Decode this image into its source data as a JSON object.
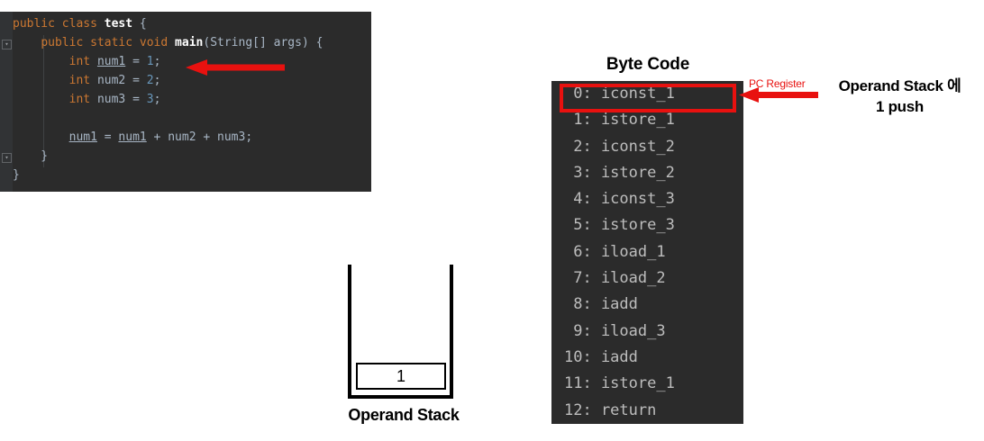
{
  "code_editor": {
    "name": "java-source-editor",
    "language": "java",
    "background": "#2b2b2b",
    "lines": [
      [
        {
          "t": "public ",
          "c": "kw"
        },
        {
          "t": "class ",
          "c": "kw"
        },
        {
          "t": "test",
          "c": "fn"
        },
        {
          "t": " {",
          "c": "pn"
        }
      ],
      [
        {
          "t": "    ",
          "c": "pn"
        },
        {
          "t": "public ",
          "c": "kw"
        },
        {
          "t": "static ",
          "c": "kw"
        },
        {
          "t": "void ",
          "c": "kw"
        },
        {
          "t": "main",
          "c": "fn"
        },
        {
          "t": "(",
          "c": "pn"
        },
        {
          "t": "String[] args",
          "c": "id"
        },
        {
          "t": ") {",
          "c": "pn"
        }
      ],
      [
        {
          "t": "        ",
          "c": "pn"
        },
        {
          "t": "int ",
          "c": "kw"
        },
        {
          "t": "num1",
          "c": "id u"
        },
        {
          "t": " = ",
          "c": "pn"
        },
        {
          "t": "1",
          "c": "num"
        },
        {
          "t": ";",
          "c": "pn"
        }
      ],
      [
        {
          "t": "        ",
          "c": "pn"
        },
        {
          "t": "int ",
          "c": "kw"
        },
        {
          "t": "num2",
          "c": "id"
        },
        {
          "t": " = ",
          "c": "pn"
        },
        {
          "t": "2",
          "c": "num"
        },
        {
          "t": ";",
          "c": "pn"
        }
      ],
      [
        {
          "t": "        ",
          "c": "pn"
        },
        {
          "t": "int ",
          "c": "kw"
        },
        {
          "t": "num3",
          "c": "id"
        },
        {
          "t": " = ",
          "c": "pn"
        },
        {
          "t": "3",
          "c": "num"
        },
        {
          "t": ";",
          "c": "pn"
        }
      ],
      [],
      [
        {
          "t": "        ",
          "c": "pn"
        },
        {
          "t": "num1",
          "c": "id u"
        },
        {
          "t": " = ",
          "c": "pn"
        },
        {
          "t": "num1",
          "c": "id u"
        },
        {
          "t": " + ",
          "c": "pn"
        },
        {
          "t": "num2",
          "c": "id"
        },
        {
          "t": " + ",
          "c": "pn"
        },
        {
          "t": "num3",
          "c": "id"
        },
        {
          "t": ";",
          "c": "pn"
        }
      ],
      [
        {
          "t": "    }",
          "c": "pn"
        }
      ],
      [
        {
          "t": "}",
          "c": "pn"
        }
      ]
    ],
    "fold_icons": [
      "fold-chevron-icon",
      "fold-chevron-icon"
    ]
  },
  "code_arrow": {
    "name": "code-pointer-arrow",
    "color": "#e8110f",
    "direction": "left",
    "points_to": "int num1 = 1;"
  },
  "bytecode": {
    "title": "Byte Code",
    "background": "#2b2b2b",
    "rows": [
      " 0: iconst_1",
      " 1: istore_1",
      " 2: iconst_2",
      " 3: istore_2",
      " 4: iconst_3",
      " 5: istore_3",
      " 6: iload_1",
      " 7: iload_2",
      " 8: iadd",
      " 9: iload_3",
      "10: iadd",
      "11: istore_1",
      "12: return"
    ],
    "highlight_index": 0,
    "highlight_color": "#e8110f"
  },
  "pc_register": {
    "label": "PC Register",
    "color": "#e8110f",
    "arrow_direction": "left"
  },
  "push_note": {
    "line1": "Operand Stack 에",
    "line2": "1 push"
  },
  "operand_stack": {
    "label": "Operand Stack",
    "cells": [
      "1"
    ],
    "stroke": "#000000"
  }
}
